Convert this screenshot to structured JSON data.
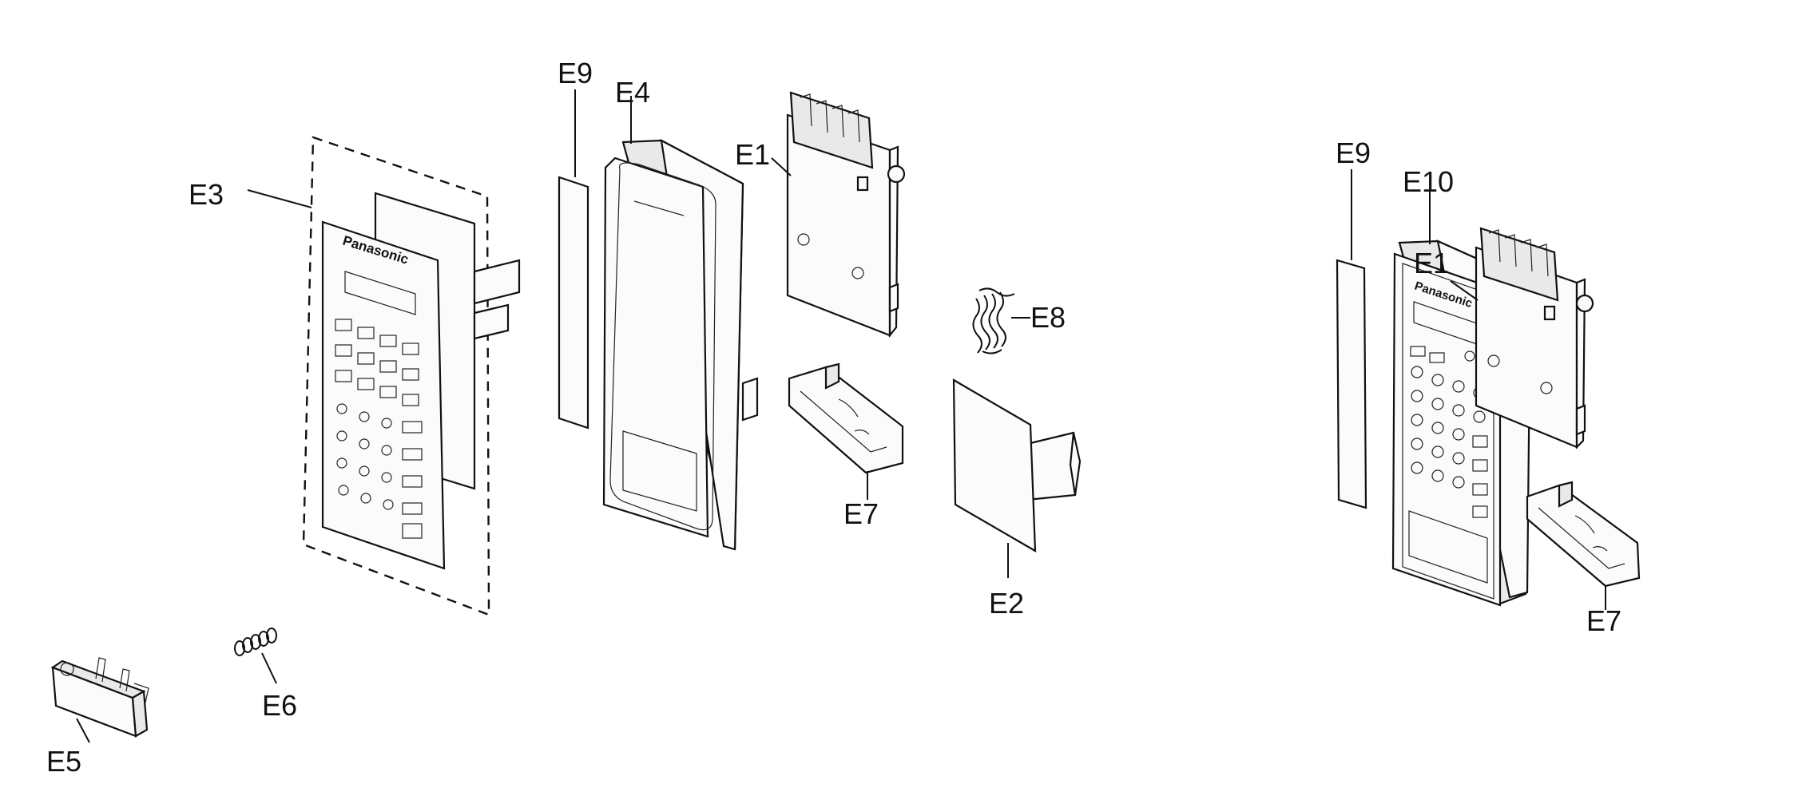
{
  "labels": {
    "e1_left": "E1",
    "e2": "E2",
    "e3": "E3",
    "e4": "E4",
    "e5": "E5",
    "e6": "E6",
    "e7_left": "E7",
    "e8": "E8",
    "e9_left": "E9",
    "e9_right": "E9",
    "e10": "E10",
    "e1_right": "E1",
    "e7_right": "E7"
  },
  "brand_text": {
    "front_panel": "Panasonic",
    "right_housing": "Panasonic"
  }
}
